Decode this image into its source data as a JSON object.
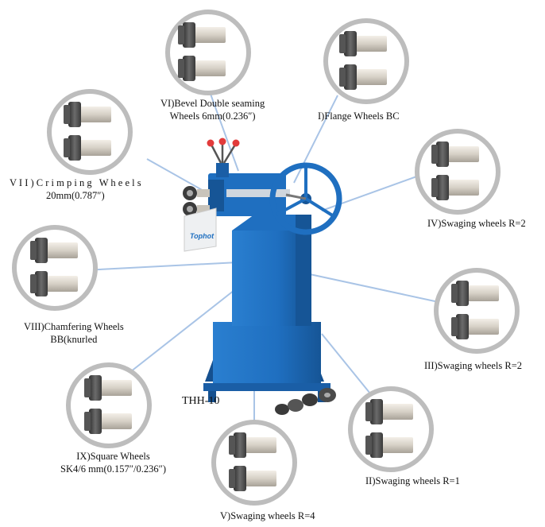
{
  "model": "THH-10",
  "brand": "Tophot",
  "labels": {
    "vi": {
      "line1": "VI)Bevel Double seaming",
      "line2": "Wheels 6mm(0.236″)"
    },
    "i": {
      "line1": "I)Flange Wheels BC"
    },
    "vii": {
      "line1": "V I I ) C r i m p i n g   W h e e l s",
      "line2": "20mm(0.787″)"
    },
    "iv": {
      "line1": "IV)Swaging wheels R=2"
    },
    "viii": {
      "line1": "VIII)Chamfering Wheels",
      "line2": "BB(knurled"
    },
    "iii": {
      "line1": "III)Swaging wheels R=2"
    },
    "ix": {
      "line1": "IX)Square Wheels",
      "line2": "SK4/6 mm(0.157″/0.236″)"
    },
    "ii": {
      "line1": "II)Swaging wheels R=1"
    },
    "v": {
      "line1": "V)Swaging wheels R=4"
    }
  },
  "colors": {
    "machine_blue": "#1f6fc0",
    "machine_dark": "#15508f",
    "ring_gray": "#bdbdbd",
    "connector": "#a9c4e6",
    "wheel_dark": "#4a4a4a",
    "shaft": "#d9d4cc"
  }
}
